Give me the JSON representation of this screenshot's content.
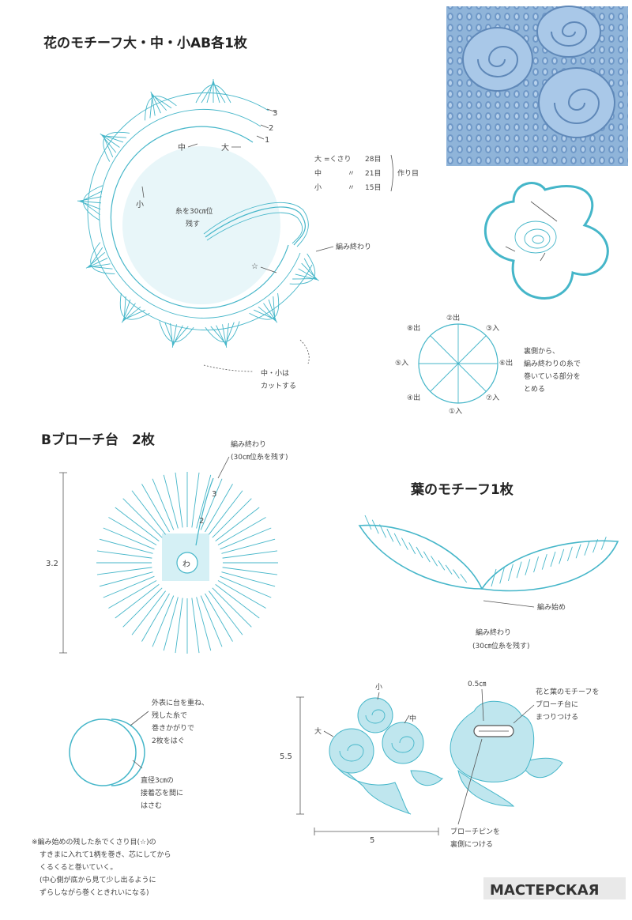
{
  "titles": {
    "flower": "花のモチーフ大・中・小AB各1枚",
    "base": "Bブローチ台　2枚",
    "leaf": "葉のモチーフ1枚"
  },
  "flower": {
    "sizes": [
      {
        "name": "大",
        "chain": "28目"
      },
      {
        "name": "中",
        "chain": "21目"
      },
      {
        "name": "小",
        "chain": "15目"
      }
    ],
    "chain_label": "作り目",
    "chain_prefix": "=くさり",
    "ditto": "〃",
    "row_numbers": [
      "3",
      "2",
      "1"
    ],
    "markers": {
      "large": "大",
      "medium": "中",
      "small": "小"
    },
    "thread_note": [
      "糸を30㎝位",
      "残す"
    ],
    "finish": "編み終わり",
    "star": "☆",
    "cut_note": [
      "中・小は",
      "カットする"
    ]
  },
  "wind": {
    "points": [
      "②出",
      "③入",
      "⑥出",
      "⑦入",
      "①入",
      "④出",
      "⑤入",
      "⑧出"
    ],
    "note": [
      "裏側から、",
      "編み終わりの糸で",
      "巻いている部分を",
      "とめる"
    ]
  },
  "base": {
    "finish": [
      "編み終わり",
      "(30㎝位糸を残す)"
    ],
    "rows": [
      "3",
      "2"
    ],
    "ring": "わ",
    "dimension": "3.2"
  },
  "leaf": {
    "start": "編み始め",
    "finish": [
      "編み終わり",
      "(30㎝位糸を残す)"
    ]
  },
  "assembly": {
    "overlap_note": [
      "外表に台を重ね、",
      "残した糸で",
      "巻きかがりで",
      "2枚をはぐ"
    ],
    "core_note": [
      "直径3㎝の",
      "接着芯を間に",
      "はさむ"
    ],
    "labels": {
      "small": "小",
      "medium": "中",
      "large": "大"
    },
    "height": "5.5",
    "width": "5",
    "gap": "0.5㎝",
    "attach_note": [
      "花と葉のモチーフを",
      "ブローチ台に",
      "まつりつける"
    ],
    "pin_note": [
      "ブローチピンを",
      "裏側につける"
    ]
  },
  "footnote": [
    "※編み始めの残した糸でくさり目(☆)の",
    "すきまに入れて1柄を巻き、芯にしてから",
    "くるくると巻いていく。",
    "(中心側が底から見て少し出るように",
    "ずらしながら巻くときれいになる)"
  ],
  "watermark": "МАСТЕРСКАЯ"
}
